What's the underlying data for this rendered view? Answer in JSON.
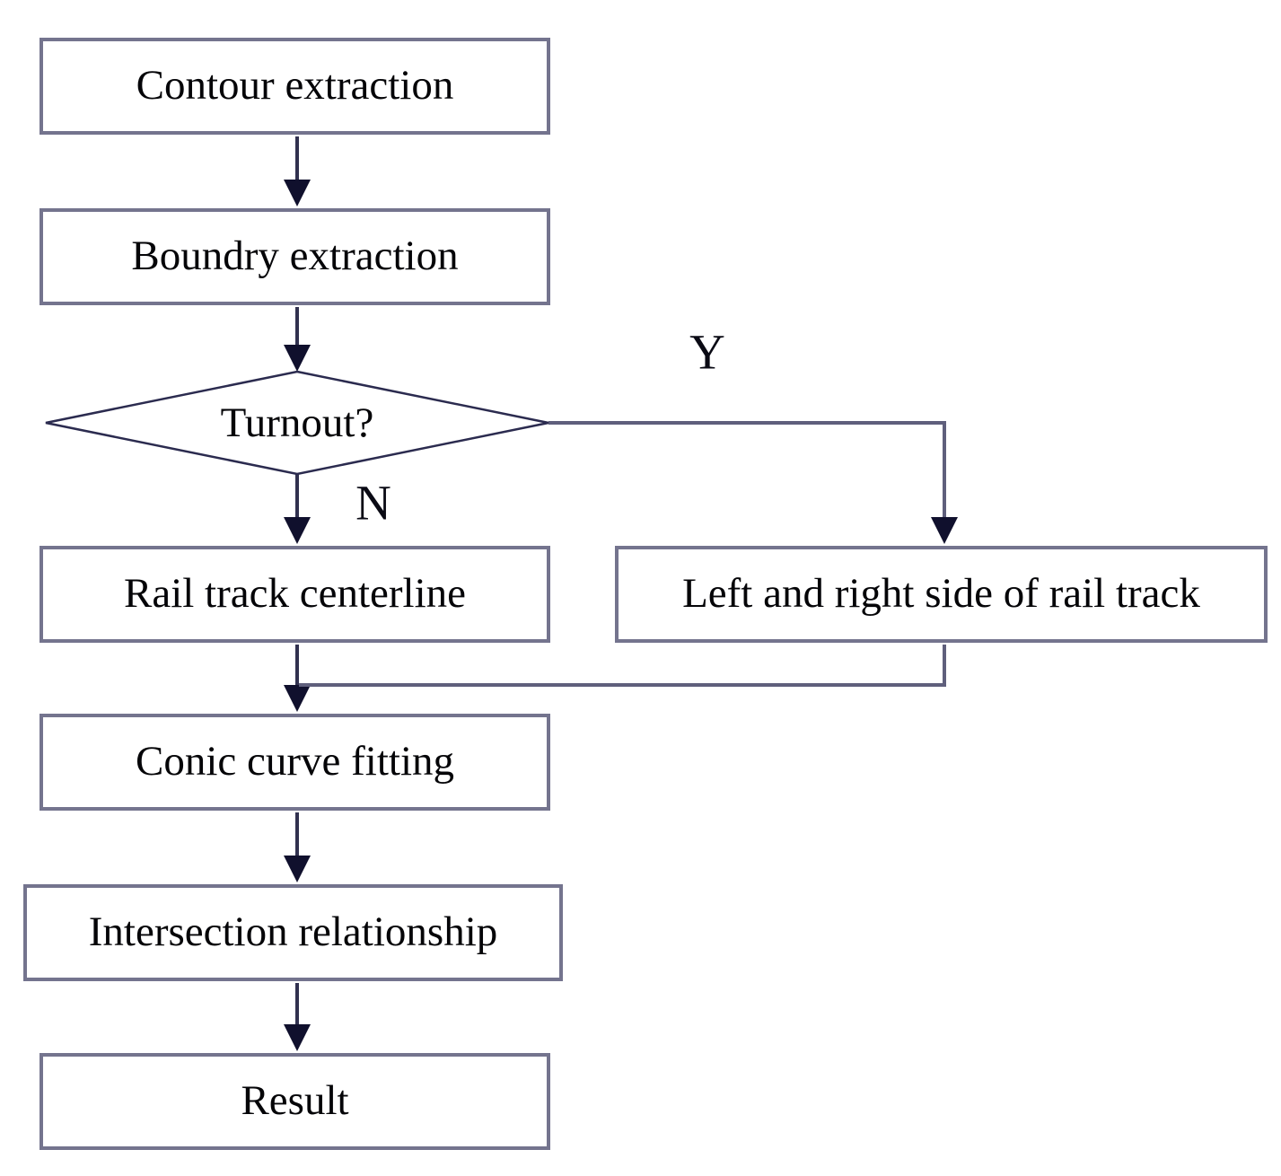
{
  "figure": {
    "type": "flowchart",
    "description": "Rail track turnout detection processing pipeline"
  },
  "nodes": {
    "contour": {
      "label": "Contour extraction",
      "shape": "rect"
    },
    "boundry": {
      "label": "Boundry extraction",
      "shape": "rect"
    },
    "turnout": {
      "label": "Turnout?",
      "shape": "diamond"
    },
    "centerline": {
      "label": "Rail track centerline",
      "shape": "rect"
    },
    "leftright": {
      "label": "Left and right side of rail track",
      "shape": "rect"
    },
    "conic": {
      "label": "Conic curve fitting",
      "shape": "rect"
    },
    "intersection": {
      "label": "Intersection relationship",
      "shape": "rect"
    },
    "result": {
      "label": "Result",
      "shape": "rect"
    }
  },
  "labels": {
    "yes": "Y",
    "no": "N"
  },
  "edges": [
    {
      "from": "contour",
      "to": "boundry",
      "label": ""
    },
    {
      "from": "boundry",
      "to": "turnout",
      "label": ""
    },
    {
      "from": "turnout",
      "to": "centerline",
      "label": "N"
    },
    {
      "from": "turnout",
      "to": "leftright",
      "label": "Y"
    },
    {
      "from": "centerline",
      "to": "conic",
      "label": ""
    },
    {
      "from": "leftright",
      "to": "conic",
      "label": ""
    },
    {
      "from": "conic",
      "to": "intersection",
      "label": ""
    },
    {
      "from": "intersection",
      "to": "result",
      "label": ""
    }
  ],
  "colors": {
    "background": "#ffffff",
    "box_border": "#74748e",
    "arrow_stem": "#31314f",
    "branch_line": "#5f5f7c",
    "arrowhead": "#10102d",
    "diamond_stroke": "#2b2b4f",
    "text": "#050508"
  }
}
